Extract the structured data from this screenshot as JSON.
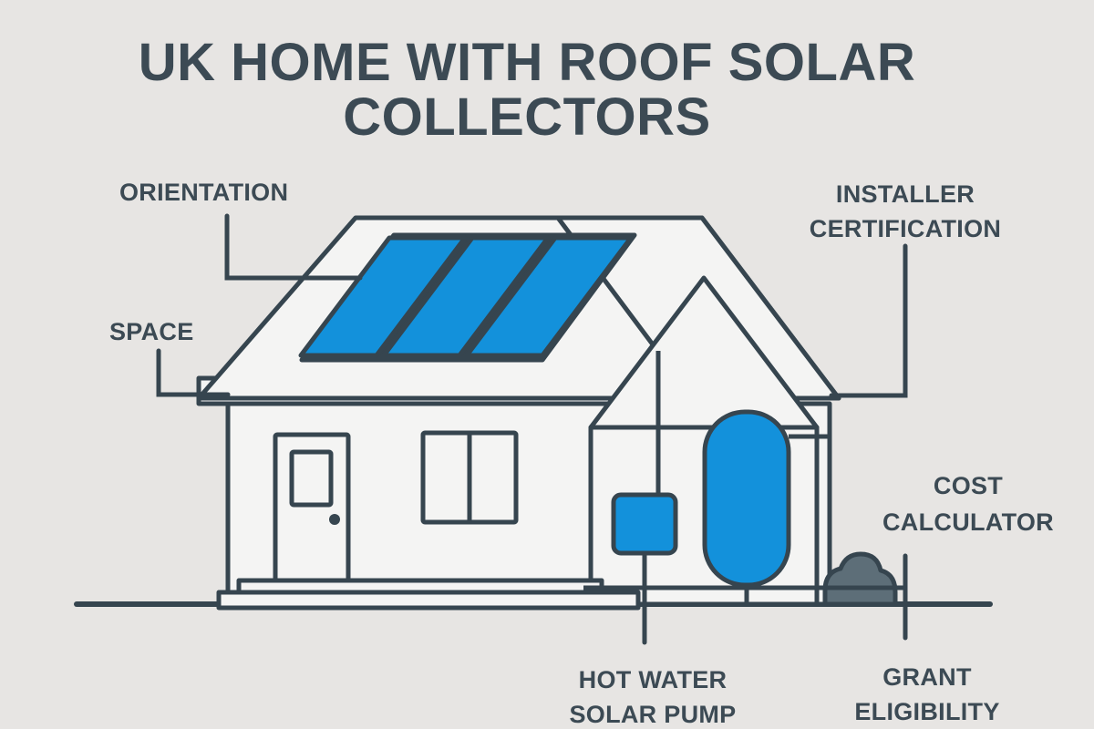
{
  "title": {
    "line1": "UK HOME WITH ROOF SOLAR",
    "line2": "COLLECTORS"
  },
  "colors": {
    "background": "#e7e5e3",
    "outline": "#36454f",
    "text": "#3c4a54",
    "accent_blue": "#1391db",
    "wall_fill": "#f4f4f3",
    "bush_fill": "#5d6e78"
  },
  "labels": {
    "orientation": {
      "line1": "ORIENTATION"
    },
    "space": {
      "line1": "SPACE"
    },
    "installer": {
      "line1": "INSTALLER",
      "line2": "CERTIFICATION"
    },
    "cost": {
      "line1": "COST",
      "line2": "CALCULATOR"
    },
    "hot_water": {
      "line1": "HOT WATER",
      "line2": "SOLAR PUMP"
    },
    "grant": {
      "line1": "GRANT",
      "line2": "ELIGIBILITY"
    }
  },
  "diagram": {
    "solar_panel_count": 3,
    "house_parts": [
      "roof",
      "solar-collector-array",
      "front-wall",
      "gable-wall",
      "door",
      "window",
      "hot-water-tank",
      "solar-pump",
      "bush",
      "ground-line",
      "porch-step"
    ]
  }
}
